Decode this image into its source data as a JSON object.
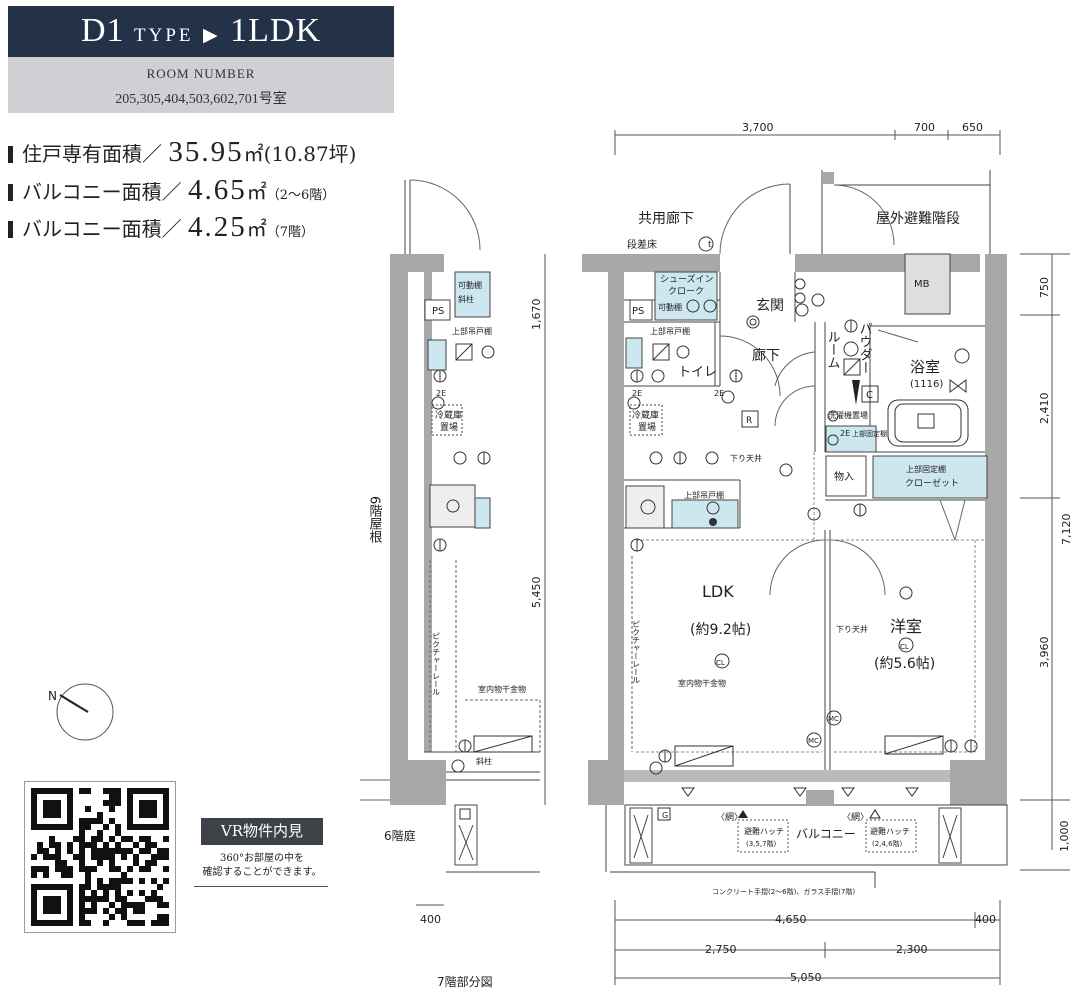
{
  "header": {
    "type_code": "D1",
    "type_word": "TYPE",
    "arrow": "▶",
    "layout": "1LDK",
    "room_number_label": "ROOM NUMBER",
    "room_numbers": "205,305,404,503,602,701号室"
  },
  "areas": [
    {
      "label": "住戸専有面積／",
      "value": "35.95",
      "unit": "㎡",
      "note": "(10.87坪)"
    },
    {
      "label": "バルコニー面積／",
      "value": "4.65",
      "unit": "㎡",
      "note": "（2～6階）"
    },
    {
      "label": "バルコニー面積／",
      "value": "4.25",
      "unit": "㎡",
      "note": "（7階）"
    }
  ],
  "vr": {
    "badge": "VR物件内見",
    "line1": "360°お部屋の中を",
    "line2": "確認することができます。"
  },
  "plan": {
    "rooms": {
      "common_corridor": "共用廊下",
      "outdoor_stairs": "屋外避難階段",
      "step_floor": "段差床",
      "shoes_in_cloak_1": "シューズイン",
      "shoes_in_cloak_2": "クローク",
      "movable_shelf": "可動棚",
      "entrance": "玄関",
      "hallway": "廊下",
      "toilet": "トイレ",
      "powder_1": "パウダー",
      "powder_2": "ルーム",
      "bath": "浴室",
      "bath_size": "(1116)",
      "laundry": "洗濯機置場",
      "upper_shelf": "上部吊戸棚",
      "fridge_1": "冷蔵庫",
      "fridge_2": "置場",
      "storage": "物入",
      "closet_top": "上部固定棚",
      "closet": "クローゼット",
      "lowered_ceiling": "下り天井",
      "ldk": "LDK",
      "ldk_size": "(約9.2帖)",
      "western": "洋室",
      "western_size": "(約5.6帖)",
      "balcony": "バルコニー",
      "hatch": "避難ハッチ",
      "hatch_floors_a": "(3,5,7階)",
      "hatch_floors_b": "(2,4,6階)",
      "mesh": "〈網〉",
      "drying": "室内物干金物",
      "picture_rail": "ピクチャーレール",
      "railing": "コンクリート手摺(2～6階)、ガラス手摺(7階)",
      "mb": "MB",
      "ps": "PS",
      "roof_6f": "6階屋根",
      "garden_6f": "6階庭",
      "seventh_floor": "7階部分図",
      "slant_column": "斜柱",
      "fixed_shelf_2e": "2E",
      "fixed_shelf_top": "上部固定棚"
    },
    "dims": {
      "top_a": "3,700",
      "top_b": "700",
      "top_c": "650",
      "right_a": "750",
      "right_b": "2,410",
      "right_c": "3,960",
      "right_total": "7,120",
      "right_balcony": "1,000",
      "left_a": "1,670",
      "left_b": "5,450",
      "bottom_400_left": "400",
      "bottom_400_right": "400",
      "bottom_4650": "4,650",
      "bottom_2750": "2,750",
      "bottom_2300": "2,300",
      "bottom_5050": "5,050",
      "small_400": "400"
    },
    "symbols": {
      "cl": "CL",
      "mc": "MC",
      "r": "R",
      "c": "C",
      "g": "G",
      "t": "t",
      "e": "E",
      "two": "2"
    }
  },
  "colors": {
    "banner": "#233149",
    "room_box": "#cfcfd4",
    "wall": "#a8a8a8",
    "storage_blue": "#cde7f1",
    "vr_badge": "#3d4249"
  }
}
